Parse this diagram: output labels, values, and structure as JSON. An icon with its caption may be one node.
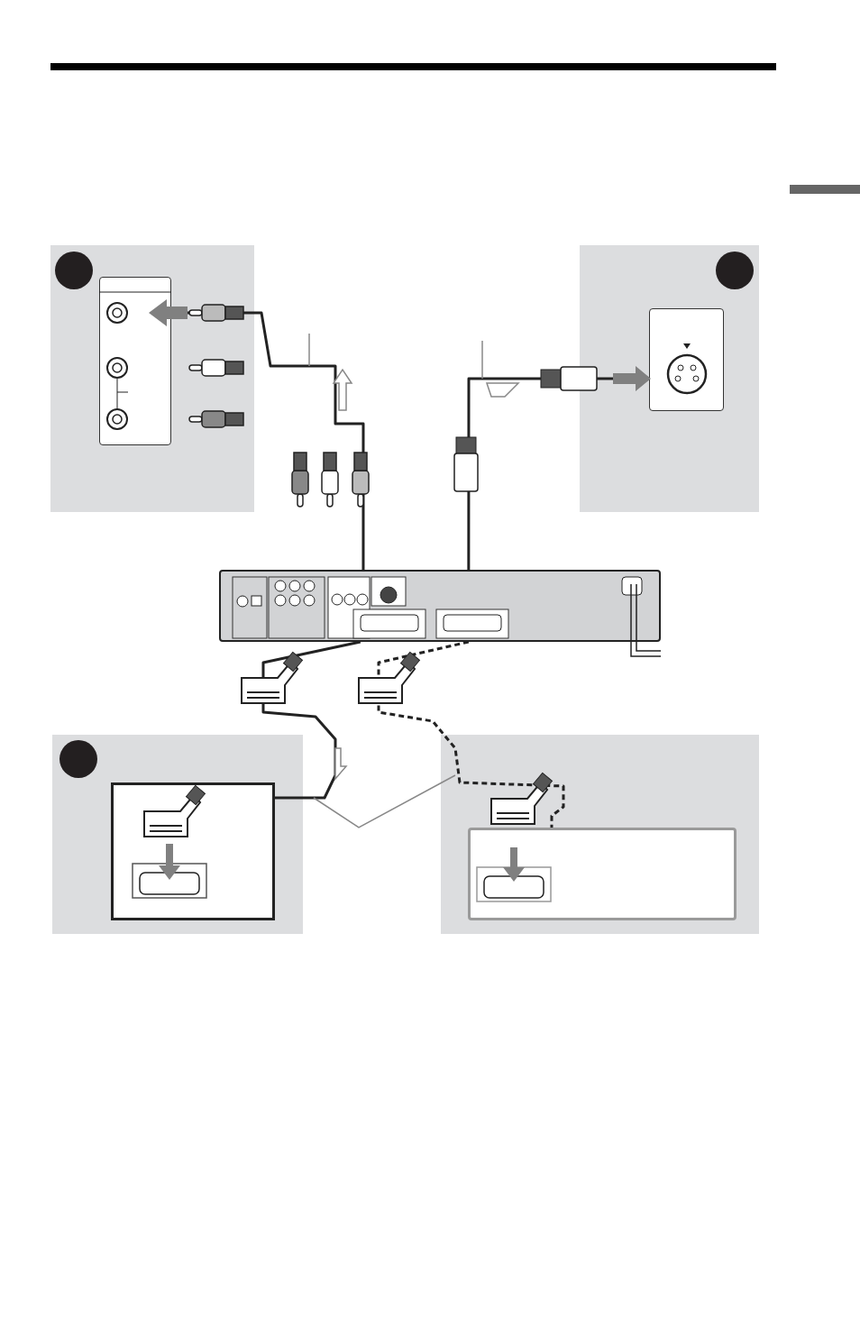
{
  "diagram": {
    "nodes": [
      {
        "text": [],
        "shape": "box"
      },
      {
        "text": [],
        "shape": "box"
      },
      {
        "text": [],
        "shape": "box"
      },
      {
        "text": [],
        "shape": "box"
      },
      {
        "text": [],
        "shape": "box"
      },
      {
        "text": [],
        "shape": "box",
        "in": 0
      },
      {
        "text": [],
        "shape": "box",
        "in": 1
      },
      {
        "text": [],
        "shape": "box",
        "in": 2
      },
      {
        "text": [],
        "shape": "box",
        "in": 3
      }
    ],
    "edges": [
      {
        "from": 4,
        "to": 5,
        "arrow": "none"
      },
      {
        "from": 4,
        "to": 6,
        "arrow": "none"
      },
      {
        "from": 4,
        "to": 7,
        "arrow": "none"
      },
      {
        "from": 4,
        "to": 8,
        "arrow": "none",
        "style": "dashed"
      }
    ]
  }
}
